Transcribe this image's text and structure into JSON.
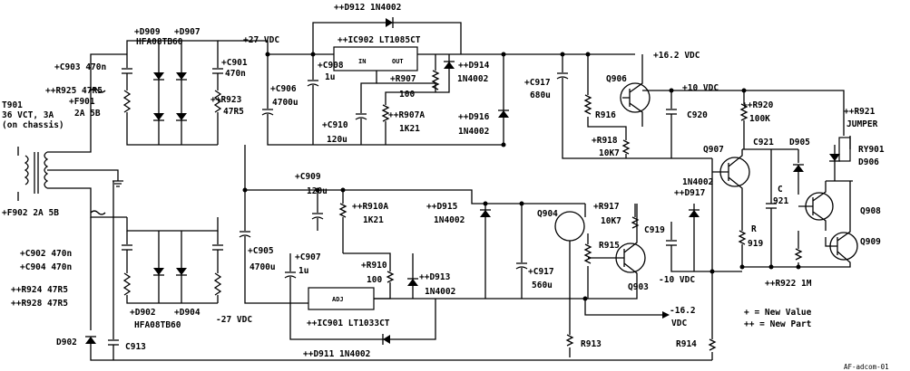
{
  "labels": {
    "d912": "++D912  1N4002",
    "ic902": "++IC902  LT1085CT",
    "plus27": "+27 VDC",
    "d909": "+D909",
    "d907": "+D907",
    "hfa_top": "HFA08TB60",
    "c903": "+C903  470n",
    "r925": "++R925  47R5",
    "f901": "+F901",
    "f901v": "2A  5B",
    "c901": "+C901",
    "c901v": "470n",
    "c908": "+C908",
    "c908v": "1u",
    "c906": "+C906",
    "c906v": "4700u",
    "r923": "++R923",
    "r923v": "47R5",
    "r907": "+R907",
    "r907v": "100",
    "d914": "++D914",
    "d914v": "1N4002",
    "c910": "+C910",
    "c910v": "120u",
    "r907a": "++R907A",
    "r907av": "1K21",
    "d916": "++D916",
    "d916v": "1N4002",
    "plus162": "+16.2  VDC",
    "c917a": "+C917",
    "c917av": "680u",
    "q906": "Q906",
    "r916": "R916",
    "r918": "+R918",
    "r918v": "10K7",
    "c920": "C920",
    "plus10": "+10 VDC",
    "r920": "++R920",
    "r920v": "100K",
    "r921": "++R921",
    "jumper": "JUMPER",
    "ry901": "RY901",
    "d906": "D906",
    "t901": "T901",
    "t901a": "36 VCT, 3A",
    "t901b": "(on chassis)",
    "q907": "Q907",
    "c921": "C921",
    "d905": "D905",
    "c921v_c": "C",
    "c921v_n": "921",
    "d_4002": "1N4002",
    "d917": "++D917",
    "q908": "Q908",
    "q909": "Q909",
    "r919": "R",
    "r919v": "919",
    "r922": "++R922  1M",
    "f902": "+F902  2A  5B",
    "c909": "+C909",
    "c909v": "120u",
    "r910a": "++R910A",
    "r910av": "1K21",
    "d915": "++D915",
    "d915v": "1N4002",
    "q904": "Q904",
    "r917": "+R917",
    "r917v": "10K7",
    "c919": "C919",
    "r915": "R915",
    "c905": "+C905",
    "c905v": "4700u",
    "c907": "+C907",
    "c907v": "1u",
    "r910": "+R910",
    "r910v": "100",
    "d913": "++D913",
    "d913v": "1N4002",
    "c917b": "+C917",
    "c917bv": "560u",
    "q903": "Q903",
    "minus10": "-10 VDC",
    "c902": "+C902  470n",
    "c904": "+C904  470n",
    "r924": "++R924  47R5",
    "r928": "++R928  47R5",
    "d902": "+D902",
    "d904": "+D904",
    "hfa_bot": "HFA08TB60",
    "minus27": "-27 VDC",
    "ic901": "++IC901  LT1033CT",
    "minus162": "-16.2",
    "minus162u": "VDC",
    "legend1": "+  = New Value",
    "legend2": "++ = New Part",
    "d902b": "D902",
    "c913": "C913",
    "r913": "R913",
    "r914": "R914",
    "d911": "++D911  1N4002",
    "ic_adj": "ADJ",
    "ic_in": "IN",
    "ic_out": "OUT",
    "footer": "AF-adcom-01"
  }
}
